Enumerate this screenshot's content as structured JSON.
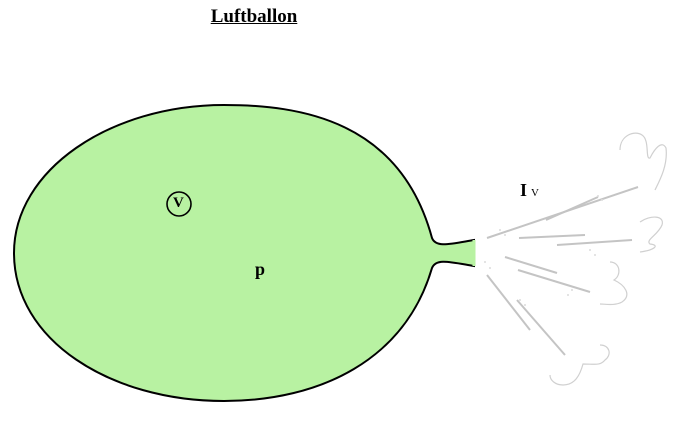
{
  "title": "Luftballon",
  "labels": {
    "volume": "V",
    "pressure": "p",
    "flow_main": "I",
    "flow_sub": "V"
  },
  "colors": {
    "balloon_fill": "#b8f2a2",
    "outline": "#000000",
    "air_stream": "#c4c4c4"
  }
}
